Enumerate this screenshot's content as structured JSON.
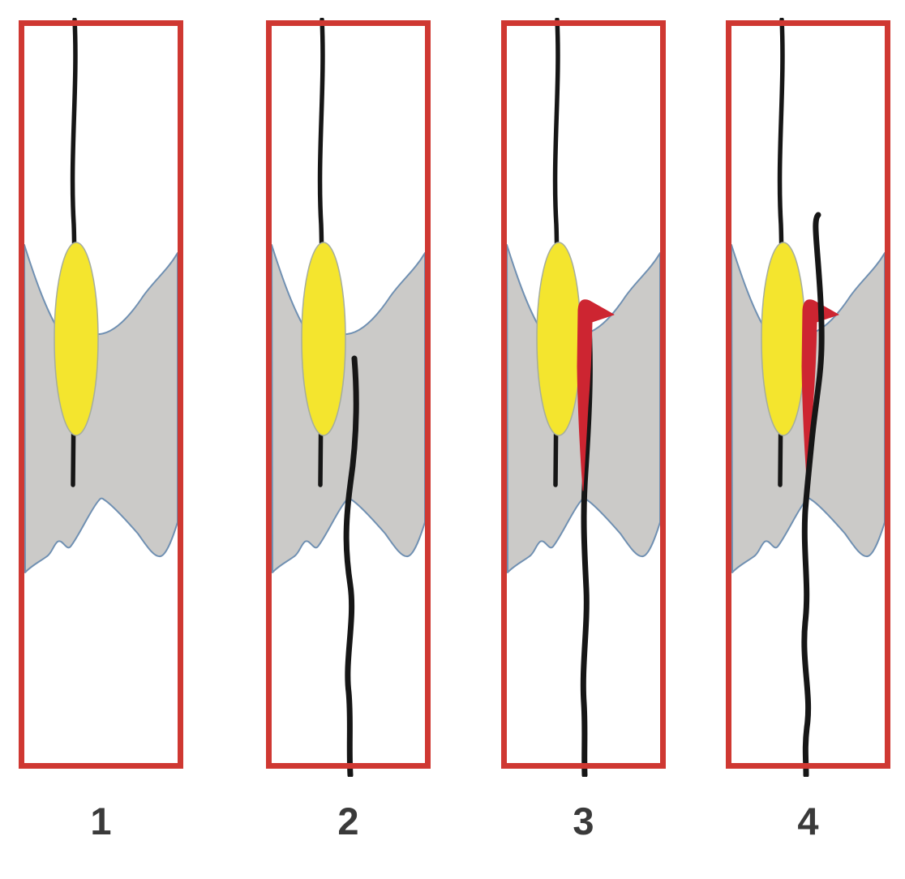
{
  "figure": {
    "type": "medical-schematic",
    "description": "Four-step schematic of guidewire crossing of an occluded vessel segment",
    "background": "#ffffff"
  },
  "colors": {
    "background": "#ffffff",
    "vessel_border": "#cf3832",
    "occlusion_fill": "#cbcac8",
    "occlusion_outline": "#7090b2",
    "plaque_fill": "#f4e52e",
    "plaque_outline": "#a5ad9e",
    "wire": "#161616",
    "dissection": "#cd2531",
    "label": "#3a3a3a"
  },
  "panels": [
    {
      "label": "1",
      "elements": [
        "vessel-wall",
        "occlusion",
        "plaque",
        "antegrade-guidewire"
      ]
    },
    {
      "label": "2",
      "elements": [
        "vessel-wall",
        "occlusion",
        "plaque",
        "antegrade-guidewire",
        "retrograde-guidewire-from-occlusion"
      ]
    },
    {
      "label": "3",
      "elements": [
        "vessel-wall",
        "occlusion",
        "plaque",
        "antegrade-guidewire",
        "retrograde-guidewire-to-bottom",
        "dissection-flap"
      ]
    },
    {
      "label": "4",
      "elements": [
        "vessel-wall",
        "occlusion",
        "plaque",
        "antegrade-guidewire",
        "retrograde-guidewire-from-top",
        "dissection-flap"
      ]
    }
  ]
}
